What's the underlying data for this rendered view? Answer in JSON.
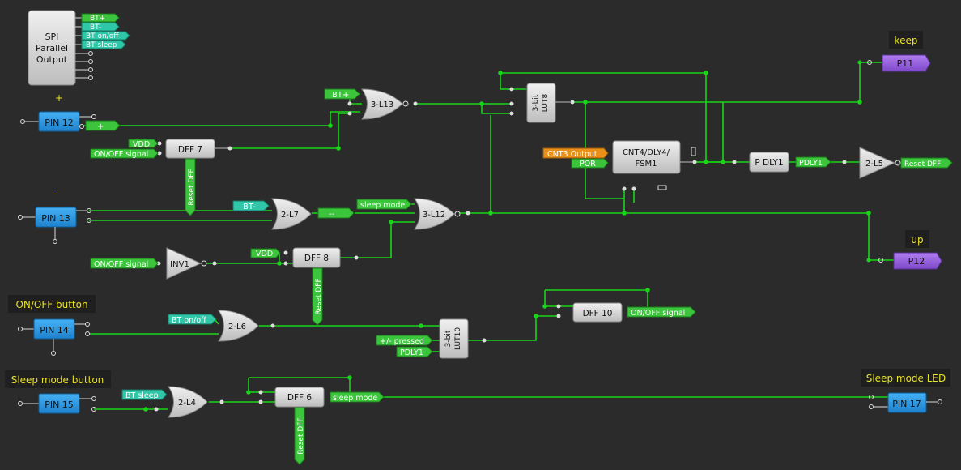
{
  "colors": {
    "background": "#2b2b2b",
    "wire": "#19d419",
    "green_tag": "#3cc43c",
    "teal_tag": "#2fc7a8",
    "orange_tag": "#e8901a",
    "pin": "#2f9be3",
    "out_pin": "#9a63e0",
    "block": "#d8d8d8",
    "label_yellow": "#e8e028"
  },
  "blocks": {
    "spi": {
      "line1": "SPI",
      "line2": "Parallel",
      "line3": "Output"
    },
    "l13": "3-L13",
    "lut8": {
      "line1": "3-bit",
      "line2": "LUT8"
    },
    "dff7": "DFF 7",
    "cnt4": {
      "line1": "CNT4/DLY4/",
      "line2": "FSM1"
    },
    "pdly1": "P DLY1",
    "l5": "2-L5",
    "l7": "2-L7",
    "l12": "3-L12",
    "inv1": "INV1",
    "dff8": "DFF 8",
    "l6": "2-L6",
    "lut10": {
      "line1": "3-bit",
      "line2": "LUT10"
    },
    "dff10": "DFF 10",
    "l4": "2-L4",
    "dff6": "DFF 6"
  },
  "pins": {
    "pin12": "PIN 12",
    "pin13": "PIN 13",
    "pin14": "PIN 14",
    "pin15": "PIN 15",
    "pin17": "PIN 17",
    "p11": "P11",
    "p12": "P12"
  },
  "labels": {
    "plus": "+",
    "minus": "-",
    "onoff_button": "ON/OFF button",
    "sleep_button": "Sleep mode button",
    "keep": "keep",
    "up": "up",
    "sleep_led": "Sleep mode LED"
  },
  "tags": {
    "bt_plus": "BT+",
    "bt_minus": "BT-",
    "bt_onoff": "BT on/off",
    "bt_sleep": "BT sleep",
    "plus": "+",
    "vdd": "VDD",
    "onoff_signal": "ON/OFF signal",
    "cnt3_output": "CNT3 Output",
    "por": "POR",
    "pdly1": "PDLY1",
    "reset_dff": "Reset DFF",
    "sleep_mode": "sleep mode",
    "dashes": "--",
    "pm_pressed": "+/- pressed"
  }
}
